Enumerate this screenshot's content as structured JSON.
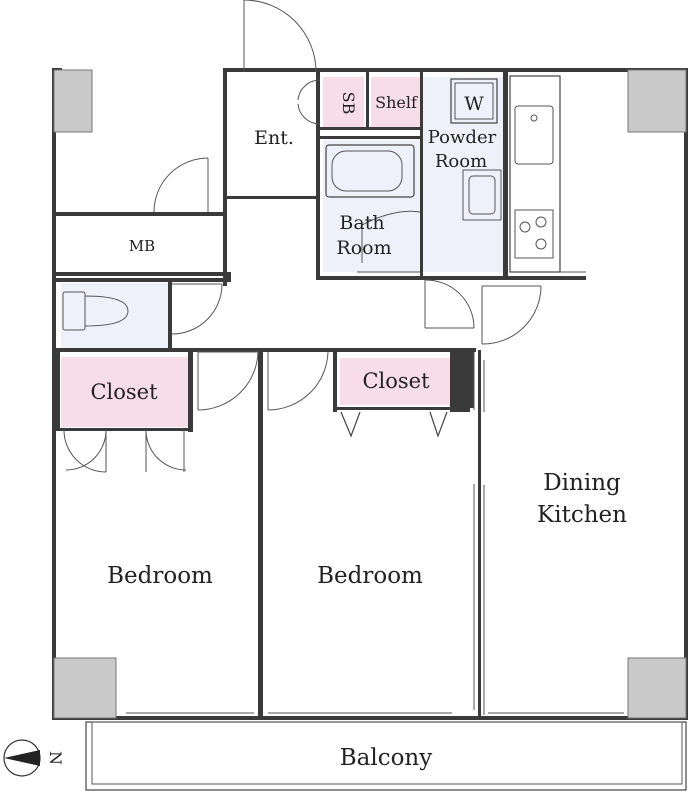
{
  "labels": {
    "entrance": "Ent.",
    "shoe_box": "SB",
    "shelf": "Shelf",
    "washer": "W",
    "powder_room": [
      "Powder",
      "Room"
    ],
    "bath_room": [
      "Bath",
      "Room"
    ],
    "meter_box": "MB",
    "closet_left": "Closet",
    "closet_middle": "Closet",
    "dining_kitchen": [
      "Dining",
      "Kitchen"
    ],
    "bedroom_left": "Bedroom",
    "bedroom_middle": "Bedroom",
    "balcony": "Balcony",
    "compass": "N"
  },
  "colors": {
    "storage": "#f7dde7",
    "wet_area": "#eef1fa",
    "column": "#c9c9c9",
    "wall": "#3a3a3a"
  }
}
